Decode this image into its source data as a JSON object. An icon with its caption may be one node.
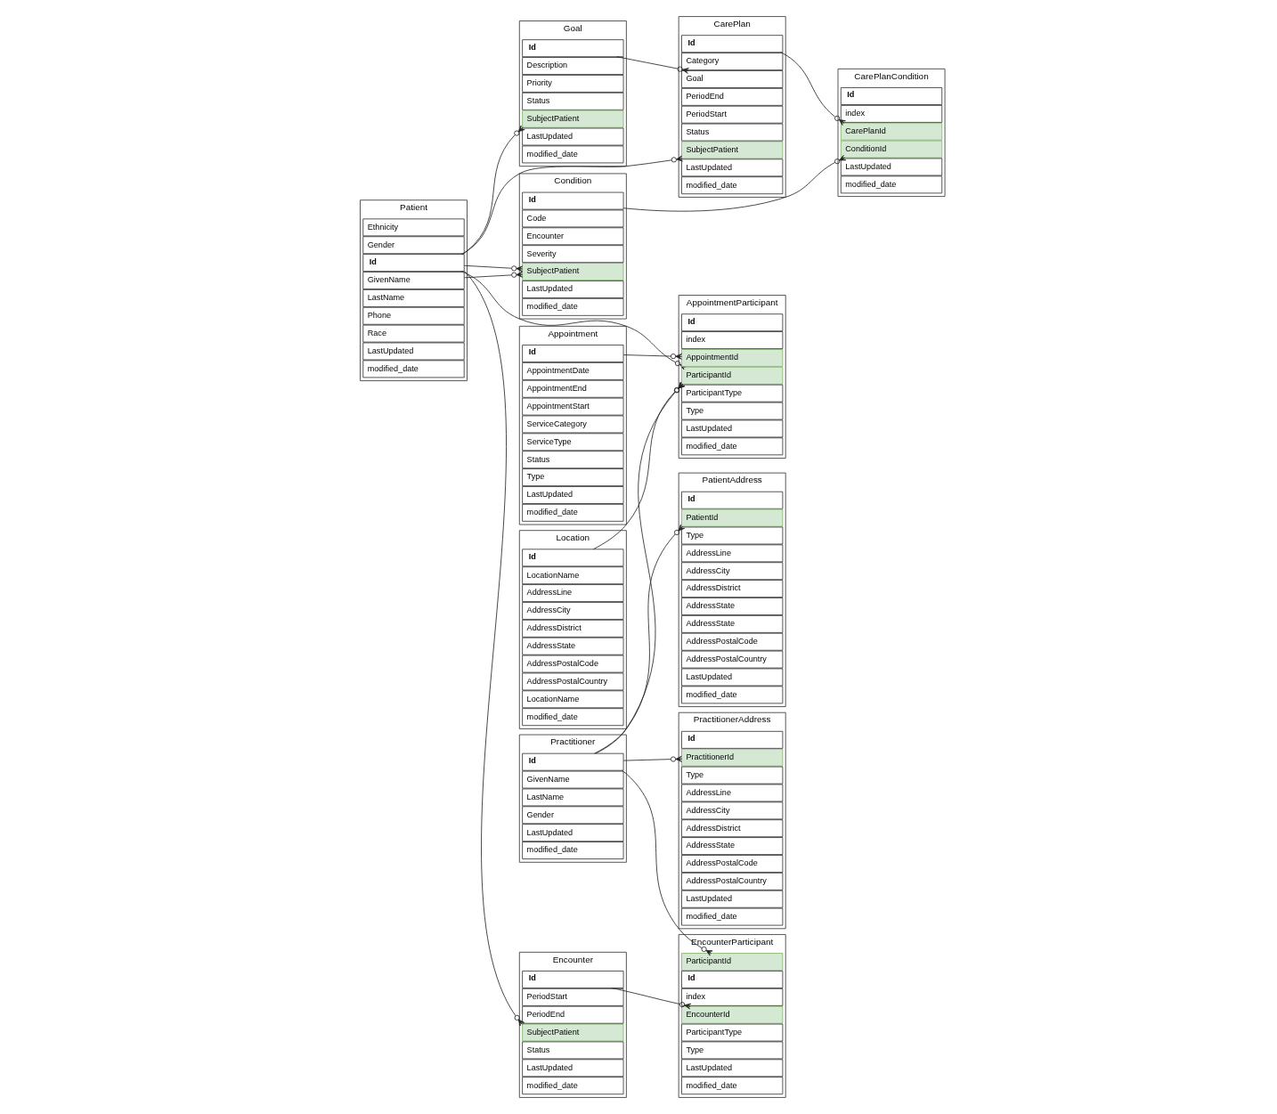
{
  "diagram": {
    "nodes": [
      {
        "text": [
          "Goal"
        ]
      },
      {
        "text": [
          "Id"
        ],
        "in": 0
      },
      {
        "text": [
          "Description"
        ],
        "in": 0
      },
      {
        "text": [
          "Priority"
        ],
        "in": 0
      },
      {
        "text": [
          "Status"
        ],
        "in": 0
      },
      {
        "text": [
          "SubjectPatient"
        ],
        "in": 0
      },
      {
        "text": [
          "LastUpdated"
        ],
        "in": 0
      },
      {
        "text": [
          "modified_date"
        ],
        "in": 0
      },
      {
        "text": [
          "PatientAddress"
        ]
      },
      {
        "text": [
          "Id"
        ],
        "in": 8
      },
      {
        "text": [
          "PatientId"
        ],
        "in": 8
      },
      {
        "text": [
          "Type"
        ],
        "in": 8
      },
      {
        "text": [
          "AddressLine"
        ],
        "in": 8
      },
      {
        "text": [
          "AddressCity"
        ],
        "in": 8
      },
      {
        "text": [
          "AddressDistrict"
        ],
        "in": 8
      },
      {
        "text": [
          "AddressState"
        ],
        "in": 8
      },
      {
        "text": [
          "AddressState"
        ],
        "in": 8
      },
      {
        "text": [
          "AddressPostalCode"
        ],
        "in": 8
      },
      {
        "text": [
          "AddressPostalCountry"
        ],
        "in": 8
      },
      {
        "text": [
          "LastUpdated"
        ],
        "in": 8
      },
      {
        "text": [
          "modified_date"
        ],
        "in": 8
      },
      {
        "text": [
          "Patient"
        ]
      },
      {
        "text": [
          "Id"
        ],
        "in": 21
      },
      {
        "text": [
          "Ethnicity"
        ],
        "in": 21
      },
      {
        "text": [
          "Gender"
        ],
        "in": 21
      },
      {
        "text": [
          "GivenName"
        ],
        "in": 21
      },
      {
        "text": [
          "LastName"
        ],
        "in": 21
      },
      {
        "text": [
          "Phone"
        ],
        "in": 21
      },
      {
        "text": [
          "Race"
        ],
        "in": 21
      },
      {
        "text": [
          "LastUpdated"
        ],
        "in": 21
      },
      {
        "text": [
          "modified_date"
        ],
        "in": 21
      },
      {
        "text": [
          "CarePlan"
        ]
      },
      {
        "text": [
          "Id"
        ],
        "in": 31
      },
      {
        "text": [
          "Category"
        ],
        "in": 31
      },
      {
        "text": [
          "Goal"
        ],
        "in": 31
      },
      {
        "text": [
          "PeriodEnd"
        ],
        "in": 31
      },
      {
        "text": [
          "PeriodStart"
        ],
        "in": 31
      },
      {
        "text": [
          "Status"
        ],
        "in": 31
      },
      {
        "text": [
          "SubjectPatient"
        ],
        "in": 31
      },
      {
        "text": [
          "LastUpdated"
        ],
        "in": 31
      },
      {
        "text": [
          "modified_date"
        ],
        "in": 31
      },
      {
        "text": [
          "CarePlanCondition"
        ]
      },
      {
        "text": [
          "Id"
        ],
        "in": 41
      },
      {
        "text": [
          "index"
        ],
        "in": 41
      },
      {
        "text": [
          "CarePlanId"
        ],
        "in": 41
      },
      {
        "text": [
          "ConditionId"
        ],
        "in": 41
      },
      {
        "text": [
          "LastUpdated"
        ],
        "in": 41
      },
      {
        "text": [
          "modified_date"
        ],
        "in": 41
      },
      {
        "text": [
          "Condition"
        ]
      },
      {
        "text": [
          "Id"
        ],
        "in": 48
      },
      {
        "text": [
          "Code"
        ],
        "in": 48
      },
      {
        "text": [
          "Encounter"
        ],
        "in": 48
      },
      {
        "text": [
          "Severity"
        ],
        "in": 48
      },
      {
        "text": [
          "SubjectPatient"
        ],
        "in": 48
      },
      {
        "text": [
          "LastUpdated"
        ],
        "in": 48
      },
      {
        "text": [
          "modified_date"
        ],
        "in": 48
      },
      {
        "text": [
          "Appointment"
        ]
      },
      {
        "text": [
          "Id"
        ],
        "in": 56
      },
      {
        "text": [
          "AppointmentDate"
        ],
        "in": 56
      },
      {
        "text": [
          "AppointmentEnd"
        ],
        "in": 56
      },
      {
        "text": [
          "AppointmentStart"
        ],
        "in": 56
      },
      {
        "text": [
          "ServiceCategory"
        ],
        "in": 56
      },
      {
        "text": [
          "ServiceType"
        ],
        "in": 56
      },
      {
        "text": [
          "Status"
        ],
        "in": 56
      },
      {
        "text": [
          "Type"
        ],
        "in": 56
      },
      {
        "text": [
          "LastUpdated"
        ],
        "in": 56
      },
      {
        "text": [
          "modified_date"
        ],
        "in": 56
      },
      {
        "text": [
          "AppointmentParticipant"
        ]
      },
      {
        "text": [
          "Id"
        ],
        "in": 67
      },
      {
        "text": [
          "index"
        ],
        "in": 67
      },
      {
        "text": [
          "AppointmentId"
        ],
        "in": 67
      },
      {
        "text": [
          "ParticipantId"
        ],
        "in": 67
      },
      {
        "text": [
          "ParticipantType"
        ],
        "in": 67
      },
      {
        "text": [
          "Type"
        ],
        "in": 67
      },
      {
        "text": [
          "LastUpdated"
        ],
        "in": 67
      },
      {
        "text": [
          "modified_date"
        ],
        "in": 67
      },
      {
        "text": [
          "Encounter"
        ]
      },
      {
        "text": [
          "Id"
        ],
        "in": 76
      },
      {
        "text": [
          "PeriodStart"
        ],
        "in": 76
      },
      {
        "text": [
          "PeriodEnd"
        ],
        "in": 76
      },
      {
        "text": [
          "SubjectPatient"
        ],
        "in": 76
      },
      {
        "text": [
          "Status"
        ],
        "in": 76
      },
      {
        "text": [
          "LastUpdated"
        ],
        "in": 76
      },
      {
        "text": [
          "modified_date"
        ],
        "in": 76
      },
      {
        "text": [
          "EncounterParticipant"
        ]
      },
      {
        "text": [
          "Id"
        ],
        "in": 84
      },
      {
        "text": [
          "index"
        ],
        "in": 84
      },
      {
        "text": [
          "EncounterId"
        ],
        "in": 84
      },
      {
        "text": [
          "ParticipantId"
        ],
        "in": 84
      },
      {
        "text": [
          "ParticipantType"
        ],
        "in": 84
      },
      {
        "text": [
          "Type"
        ],
        "in": 84
      },
      {
        "text": [
          "LastUpdated"
        ],
        "in": 84
      },
      {
        "text": [
          "modified_date"
        ],
        "in": 84
      },
      {
        "text": [
          "Location"
        ]
      },
      {
        "text": [
          "Id"
        ],
        "in": 93
      },
      {
        "text": [
          "LocationName"
        ],
        "in": 93
      },
      {
        "text": [
          "AddressLine"
        ],
        "in": 93
      },
      {
        "text": [
          "AddressCity"
        ],
        "in": 93
      },
      {
        "text": [
          "AddressDistrict"
        ],
        "in": 93
      },
      {
        "text": [
          "AddressState"
        ],
        "in": 93
      },
      {
        "text": [
          "AddressPostalCode"
        ],
        "in": 93
      },
      {
        "text": [
          "AddressPostalCountry"
        ],
        "in": 93
      },
      {
        "text": [
          "LocationName"
        ],
        "in": 93
      },
      {
        "text": [
          "modified_date"
        ],
        "in": 93
      },
      {
        "text": [
          "Practitioner"
        ]
      },
      {
        "text": [
          "Id"
        ],
        "in": 104
      },
      {
        "text": [
          "GivenName"
        ],
        "in": 104
      },
      {
        "text": [
          "LastName"
        ],
        "in": 104
      },
      {
        "text": [
          "Gender"
        ],
        "in": 104
      },
      {
        "text": [
          "LastUpdated"
        ],
        "in": 104
      },
      {
        "text": [
          "modified_date"
        ],
        "in": 104
      },
      {
        "text": [
          "PractitionerAddress"
        ]
      },
      {
        "text": [
          "Id"
        ],
        "in": 111
      },
      {
        "text": [
          "PractitionerId"
        ],
        "in": 111
      },
      {
        "text": [
          "Type"
        ],
        "in": 111
      },
      {
        "text": [
          "AddressLine"
        ],
        "in": 111
      },
      {
        "text": [
          "AddressCity"
        ],
        "in": 111
      },
      {
        "text": [
          "AddressDistrict"
        ],
        "in": 111
      },
      {
        "text": [
          "AddressState"
        ],
        "in": 111
      },
      {
        "text": [
          "AddressPostalCode"
        ],
        "in": 111
      },
      {
        "text": [
          "AddressPostalCountry"
        ],
        "in": 111
      },
      {
        "text": [
          "LastUpdated"
        ],
        "in": 111
      },
      {
        "text": [
          "modified_date"
        ],
        "in": 111
      }
    ],
    "edges": [
      {
        "from": 22,
        "to": 5,
        "arrow": "other"
      },
      {
        "from": 22,
        "to": 38,
        "arrow": "other"
      },
      {
        "from": 22,
        "to": 53,
        "arrow": "other"
      },
      {
        "from": 25,
        "to": 53,
        "arrow": "other"
      },
      {
        "from": 22,
        "to": 71,
        "arrow": "other"
      },
      {
        "from": 22,
        "to": 80,
        "arrow": "other"
      },
      {
        "from": 1,
        "to": 34,
        "arrow": "other"
      },
      {
        "from": 32,
        "to": 44,
        "arrow": "other"
      },
      {
        "from": 49,
        "to": 45,
        "arrow": "other"
      },
      {
        "from": 57,
        "to": 70,
        "arrow": "other"
      },
      {
        "from": 94,
        "to": 71,
        "arrow": "other"
      },
      {
        "from": 105,
        "to": 71,
        "arrow": "other"
      },
      {
        "from": 105,
        "to": 113,
        "arrow": "other"
      },
      {
        "from": 105,
        "to": 10,
        "arrow": "other"
      },
      {
        "from": 105,
        "to": 88,
        "arrow": "other"
      },
      {
        "from": 77,
        "to": 87,
        "arrow": "other"
      }
    ]
  }
}
